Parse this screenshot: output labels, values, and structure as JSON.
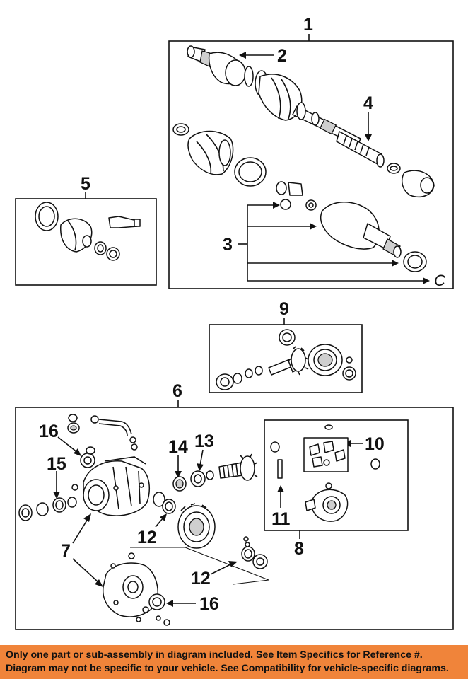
{
  "callouts": {
    "c1": "1",
    "c2": "2",
    "c3": "3",
    "c4": "4",
    "c5": "5",
    "c6": "6",
    "c7": "7",
    "c8": "8",
    "c9": "9",
    "c10": "10",
    "c11": "11",
    "c12a": "12",
    "c12b": "12",
    "c13": "13",
    "c14": "14",
    "c15": "15",
    "c16a": "16",
    "c16b": "16",
    "cC": "C"
  },
  "banner": {
    "line1": "Only one part or sub-assembly in diagram included. See Item Specifics for Reference #.",
    "line2": "Diagram may not be specific to your vehicle. See Compatibility for vehicle-specific diagrams.",
    "background": "#f0843a"
  }
}
